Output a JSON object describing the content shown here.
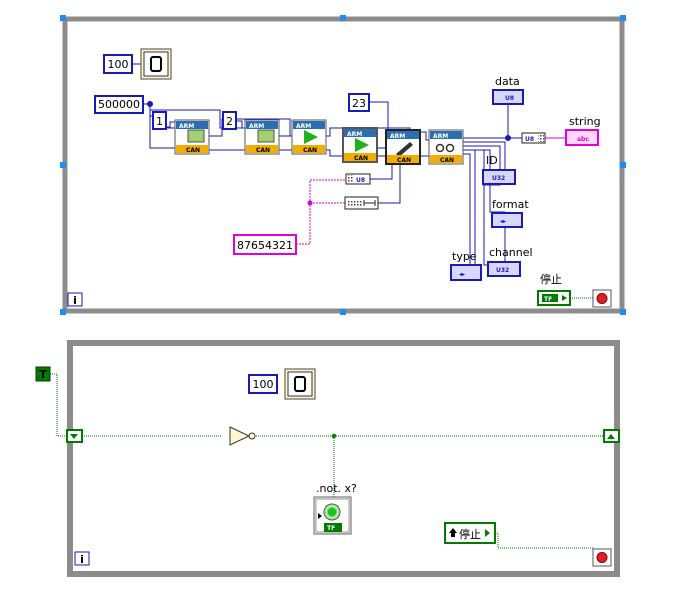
{
  "loop1": {
    "wait_ms": "100",
    "baud_rate": "500000",
    "channel_const_1": "1",
    "channel_const_2": "2",
    "id_const": "23",
    "data_const": "87654321",
    "block_top_label": "ARM",
    "block_bottom_label": "CAN",
    "indicator_labels": {
      "data": "data",
      "string": "string",
      "id": "ID",
      "format": "format",
      "channel": "channel",
      "type": "type",
      "stop": "停止"
    },
    "terminal_types": {
      "u8": "U8",
      "u32": "U32",
      "abc": "abc",
      "tf": "TF",
      "enum": "◂▸"
    },
    "iteration": "i"
  },
  "loop2": {
    "wait_ms": "100",
    "true_const": "T",
    "not_label": ".not. x?",
    "led_type": "TF",
    "stop_local": "停止",
    "iteration": "i"
  },
  "colors": {
    "loop_frame": "#8c8c8c",
    "wire_int": "#1a1ab4",
    "wire_string": "#e300d6",
    "wire_bool": "#007a00",
    "block_header": "#2b6fb0",
    "block_footer": "#f1ae00",
    "terminal_fill": "#d8d8ff"
  }
}
